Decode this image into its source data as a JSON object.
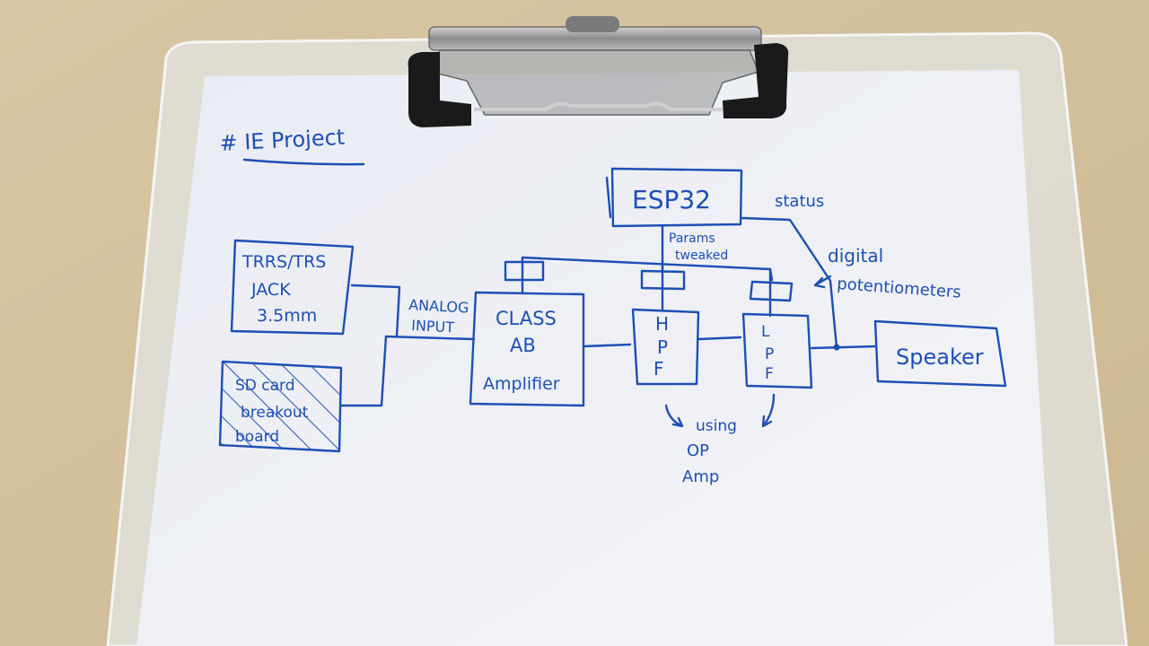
{
  "title": "# IE Project",
  "blocks": {
    "jack": [
      "TRRS/TRS",
      "JACK",
      "3.5mm"
    ],
    "sd": [
      "SD card",
      "breakout",
      "board"
    ],
    "analog": [
      "ANALOG",
      "INPUT"
    ],
    "amp": [
      "CLASS",
      "AB",
      "Amplifier"
    ],
    "hpf": [
      "H",
      "P",
      "F"
    ],
    "lpf": [
      "L",
      "P",
      "F"
    ],
    "esp": "ESP32",
    "speaker": "Speaker"
  },
  "notes": {
    "status": "status",
    "params": [
      "Params",
      "tweaked"
    ],
    "digipot": [
      "digital",
      "potentiometers"
    ],
    "opamp": [
      "using",
      "OP",
      "Amp"
    ]
  },
  "colors": {
    "ink": "#1d4fb3",
    "paper": "#eef0f5",
    "desk": "#d9c6a3",
    "clipboard": "#e4e6e6",
    "clip_metal": "#a8a8a8",
    "clip_black": "#1a1a1a"
  }
}
